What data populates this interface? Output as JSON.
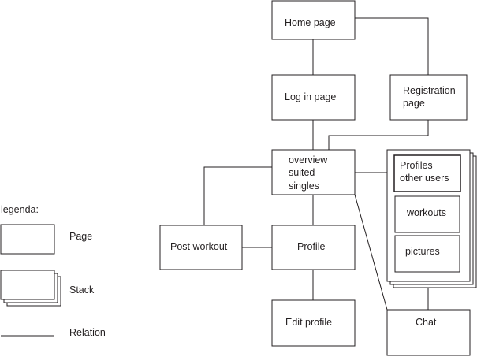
{
  "nodes": {
    "home": "Home page",
    "login": "Log in page",
    "registration": [
      "Registration",
      "page"
    ],
    "overview": [
      "overview",
      "suited",
      "singles"
    ],
    "post_workout": "Post workout",
    "profile": "Profile",
    "edit_profile": "Edit profile",
    "profiles_other_users": [
      "Profiles",
      "other users"
    ],
    "workouts": "workouts",
    "pictures": "pictures",
    "chat": "Chat"
  },
  "legend": {
    "title": "legenda:",
    "page": "Page",
    "stack": "Stack",
    "relation": "Relation"
  }
}
